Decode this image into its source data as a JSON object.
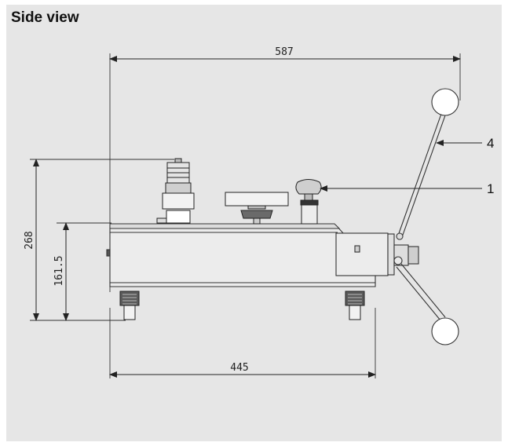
{
  "title": "Side view",
  "dimensions": {
    "overall_width": "587",
    "base_width": "445",
    "overall_height": "268",
    "body_height": "161.5"
  },
  "callouts": {
    "lever": "4",
    "knob": "1"
  }
}
